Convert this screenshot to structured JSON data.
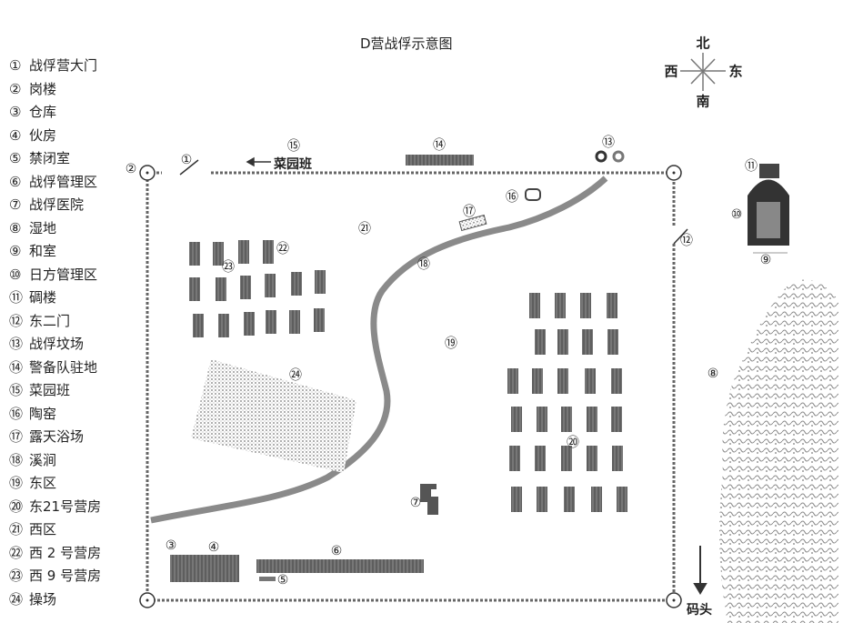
{
  "title": "D营战俘示意图",
  "legend": [
    {
      "num": "①",
      "label": "战俘营大门"
    },
    {
      "num": "②",
      "label": "岗楼"
    },
    {
      "num": "③",
      "label": "仓库"
    },
    {
      "num": "④",
      "label": "伙房"
    },
    {
      "num": "⑤",
      "label": "禁闭室"
    },
    {
      "num": "⑥",
      "label": "战俘管理区"
    },
    {
      "num": "⑦",
      "label": "战俘医院"
    },
    {
      "num": "⑧",
      "label": "湿地"
    },
    {
      "num": "⑨",
      "label": "和室"
    },
    {
      "num": "⑩",
      "label": "日方管理区"
    },
    {
      "num": "⑪",
      "label": "碉楼"
    },
    {
      "num": "⑫",
      "label": "东二门"
    },
    {
      "num": "⑬",
      "label": "战俘坟场"
    },
    {
      "num": "⑭",
      "label": "警备队驻地"
    },
    {
      "num": "⑮",
      "label": "菜园班"
    },
    {
      "num": "⑯",
      "label": "陶窑"
    },
    {
      "num": "⑰",
      "label": "露天浴场"
    },
    {
      "num": "⑱",
      "label": "溪涧"
    },
    {
      "num": "⑲",
      "label": "东区"
    },
    {
      "num": "⑳",
      "label": "东21号营房"
    },
    {
      "num": "㉑",
      "label": "西区"
    },
    {
      "num": "㉒",
      "label": "西 2 号营房"
    },
    {
      "num": "㉓",
      "label": "西 9 号营房"
    },
    {
      "num": "㉔",
      "label": "操场"
    }
  ],
  "compass": {
    "north": "北",
    "south": "南",
    "west": "西",
    "east": "东"
  },
  "annotations": {
    "vegetable_team": "菜园班",
    "dock": "码头"
  }
}
